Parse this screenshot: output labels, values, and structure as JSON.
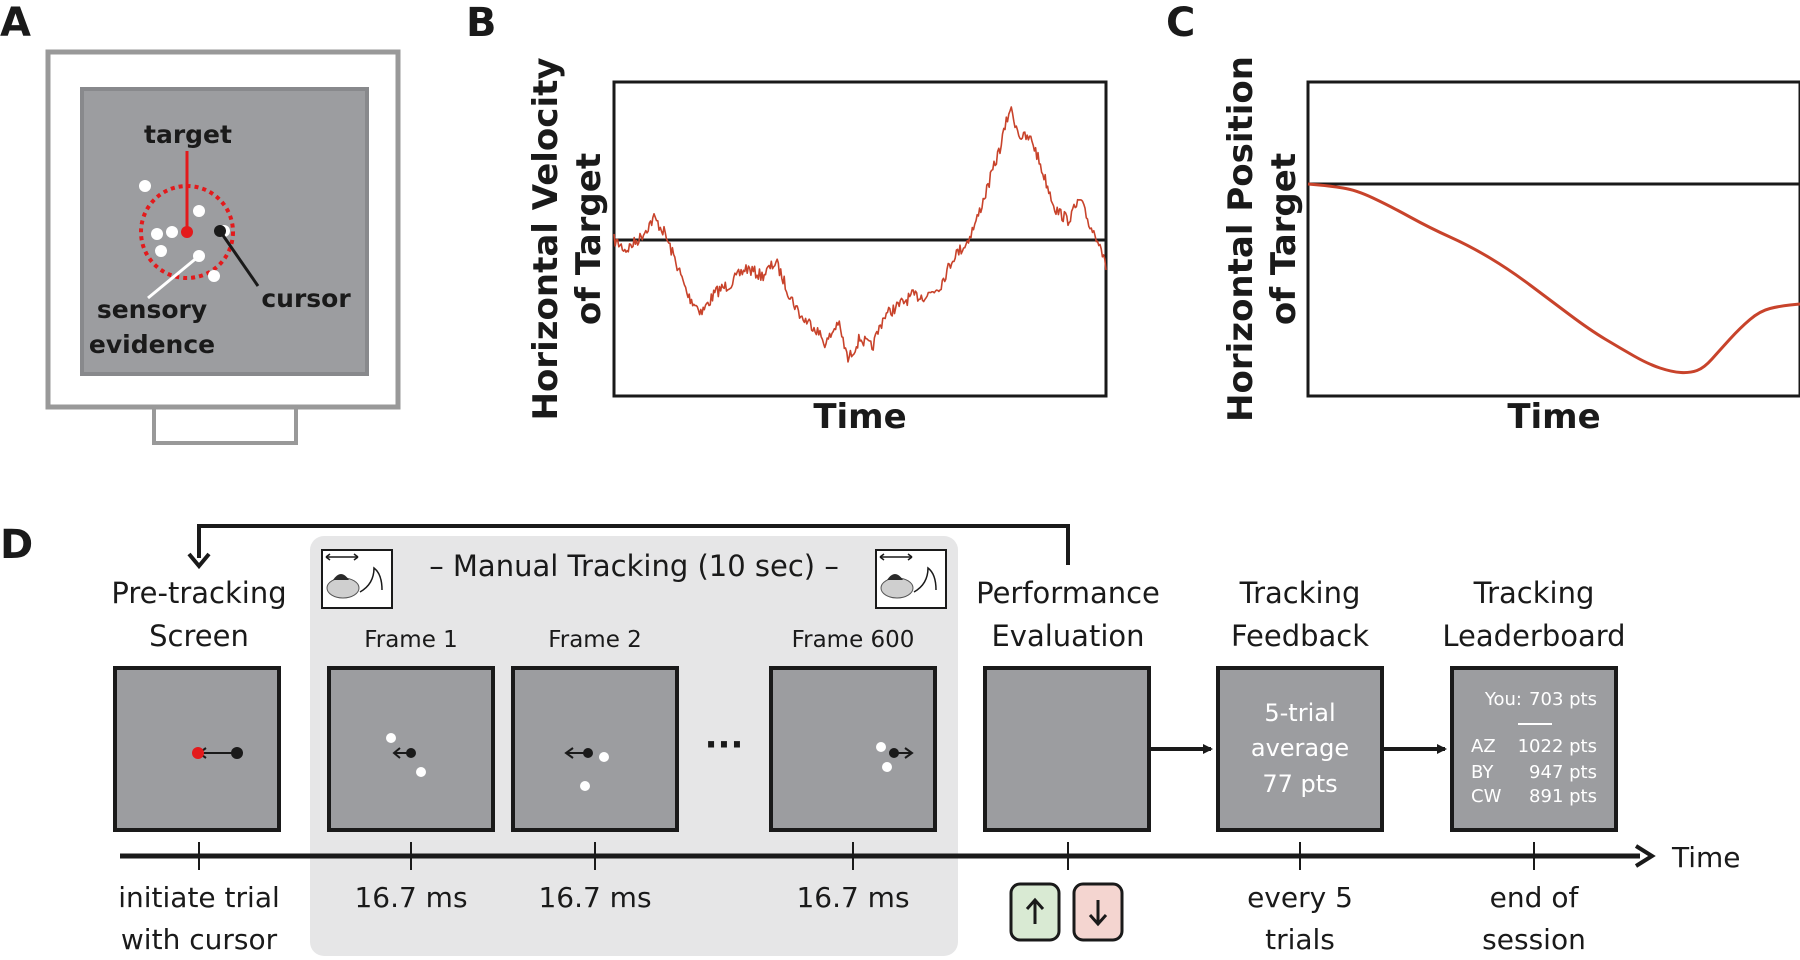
{
  "panels": {
    "a": "A",
    "b": "B",
    "c": "C",
    "d": "D"
  },
  "panel_a": {
    "target_label": "target",
    "cursor_label": "cursor",
    "evidence_label_1": "sensory",
    "evidence_label_2": "evidence",
    "colors": {
      "target": "#e31a1c",
      "screen": "#9c9da0",
      "bezel": "#999999",
      "cursor": "#1a1a1a"
    }
  },
  "panel_b": {
    "ylabel_1": "Horizontal Velocity",
    "ylabel_2": "of Target",
    "xlabel": "Time",
    "line_color": "#c8432b"
  },
  "panel_c": {
    "ylabel_1": "Horizontal Position",
    "ylabel_2": "of Target",
    "xlabel": "Time",
    "line_color": "#c8432b"
  },
  "panel_d": {
    "manual_tracking_title": "– Manual Tracking (10 sec) –",
    "stages": {
      "pretracking_1": "Pre-tracking",
      "pretracking_2": "Screen",
      "frame1": "Frame 1",
      "frame2": "Frame 2",
      "frame600": "Frame 600",
      "ellipsis": "···",
      "perf_1": "Performance",
      "perf_2": "Evaluation",
      "feedback_1": "Tracking",
      "feedback_2": "Feedback",
      "leader_1": "Tracking",
      "leader_2": "Leaderboard"
    },
    "feedback_screen": {
      "line1": "5-trial",
      "line2": "average",
      "line3": "77 pts"
    },
    "leaderboard": {
      "you_label": "You:",
      "you_score": "703 pts",
      "rows": [
        {
          "name": "AZ",
          "score": "1022 pts"
        },
        {
          "name": "BY",
          "score": "947 pts"
        },
        {
          "name": "CW",
          "score": "891 pts"
        }
      ]
    },
    "timeline": {
      "time_label": "Time",
      "initiate_1": "initiate trial",
      "initiate_2": "with cursor",
      "ms_1": "16.7 ms",
      "ms_2": "16.7 ms",
      "ms_3": "16.7 ms",
      "every_1": "every 5",
      "every_2": "trials",
      "end_1": "end of",
      "end_2": "session"
    },
    "buttons": {
      "up_color": "#d9ead3",
      "down_color": "#f4d5d0"
    }
  }
}
